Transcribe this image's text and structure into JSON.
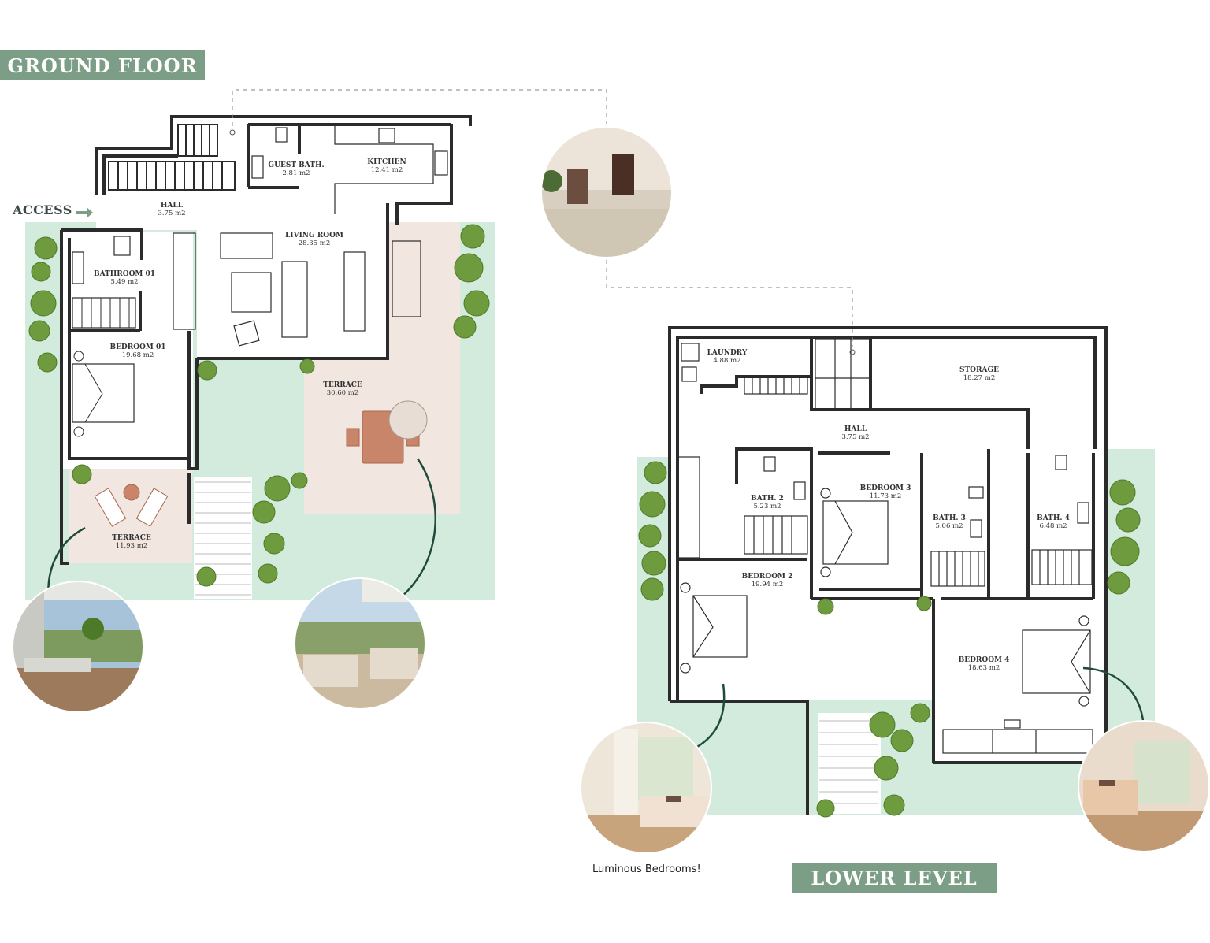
{
  "banners": {
    "ground": "GROUND FLOOR",
    "lower": "LOWER LEVEL"
  },
  "access_label": "ACCESS",
  "caption": "Luminous Bedrooms!",
  "ground_rooms": [
    {
      "name": "GUEST BATH.",
      "area": "2.81 m2"
    },
    {
      "name": "KITCHEN",
      "area": "12.41 m2"
    },
    {
      "name": "HALL",
      "area": "3.75 m2"
    },
    {
      "name": "LIVING ROOM",
      "area": "28.35 m2"
    },
    {
      "name": "BATHROOM 01",
      "area": "5.49 m2"
    },
    {
      "name": "BEDROOM 01",
      "area": "19.68 m2"
    },
    {
      "name": "TERRACE",
      "area": "30.60 m2"
    },
    {
      "name": "TERRACE",
      "area": "11.93 m2"
    }
  ],
  "lower_rooms": [
    {
      "name": "LAUNDRY",
      "area": "4.88 m2"
    },
    {
      "name": "STORAGE",
      "area": "18.27 m2"
    },
    {
      "name": "HALL",
      "area": "3.75 m2"
    },
    {
      "name": "BATH. 2",
      "area": "5.23 m2"
    },
    {
      "name": "BEDROOM 3",
      "area": "11.73 m2"
    },
    {
      "name": "BATH. 3",
      "area": "5.06 m2"
    },
    {
      "name": "BATH. 4",
      "area": "6.48 m2"
    },
    {
      "name": "BEDROOM 2",
      "area": "19.94 m2"
    },
    {
      "name": "BEDROOM 4",
      "area": "18.63 m2"
    }
  ],
  "colors": {
    "banner": "#7d9e86",
    "garden": "#d2ebdc",
    "terrace": "#f2e6e0",
    "wall": "#2b2b2b",
    "arrow": "#1f4a3c",
    "tree": "#6e9b3d"
  },
  "photos": [
    {
      "name": "photo-interior-hall",
      "subject": "interior"
    },
    {
      "name": "photo-terrace-lounger",
      "subject": "terrace"
    },
    {
      "name": "photo-terrace-sofa",
      "subject": "terrace"
    },
    {
      "name": "photo-bedroom-2",
      "subject": "bedroom"
    },
    {
      "name": "photo-bedroom-4",
      "subject": "bedroom"
    }
  ]
}
